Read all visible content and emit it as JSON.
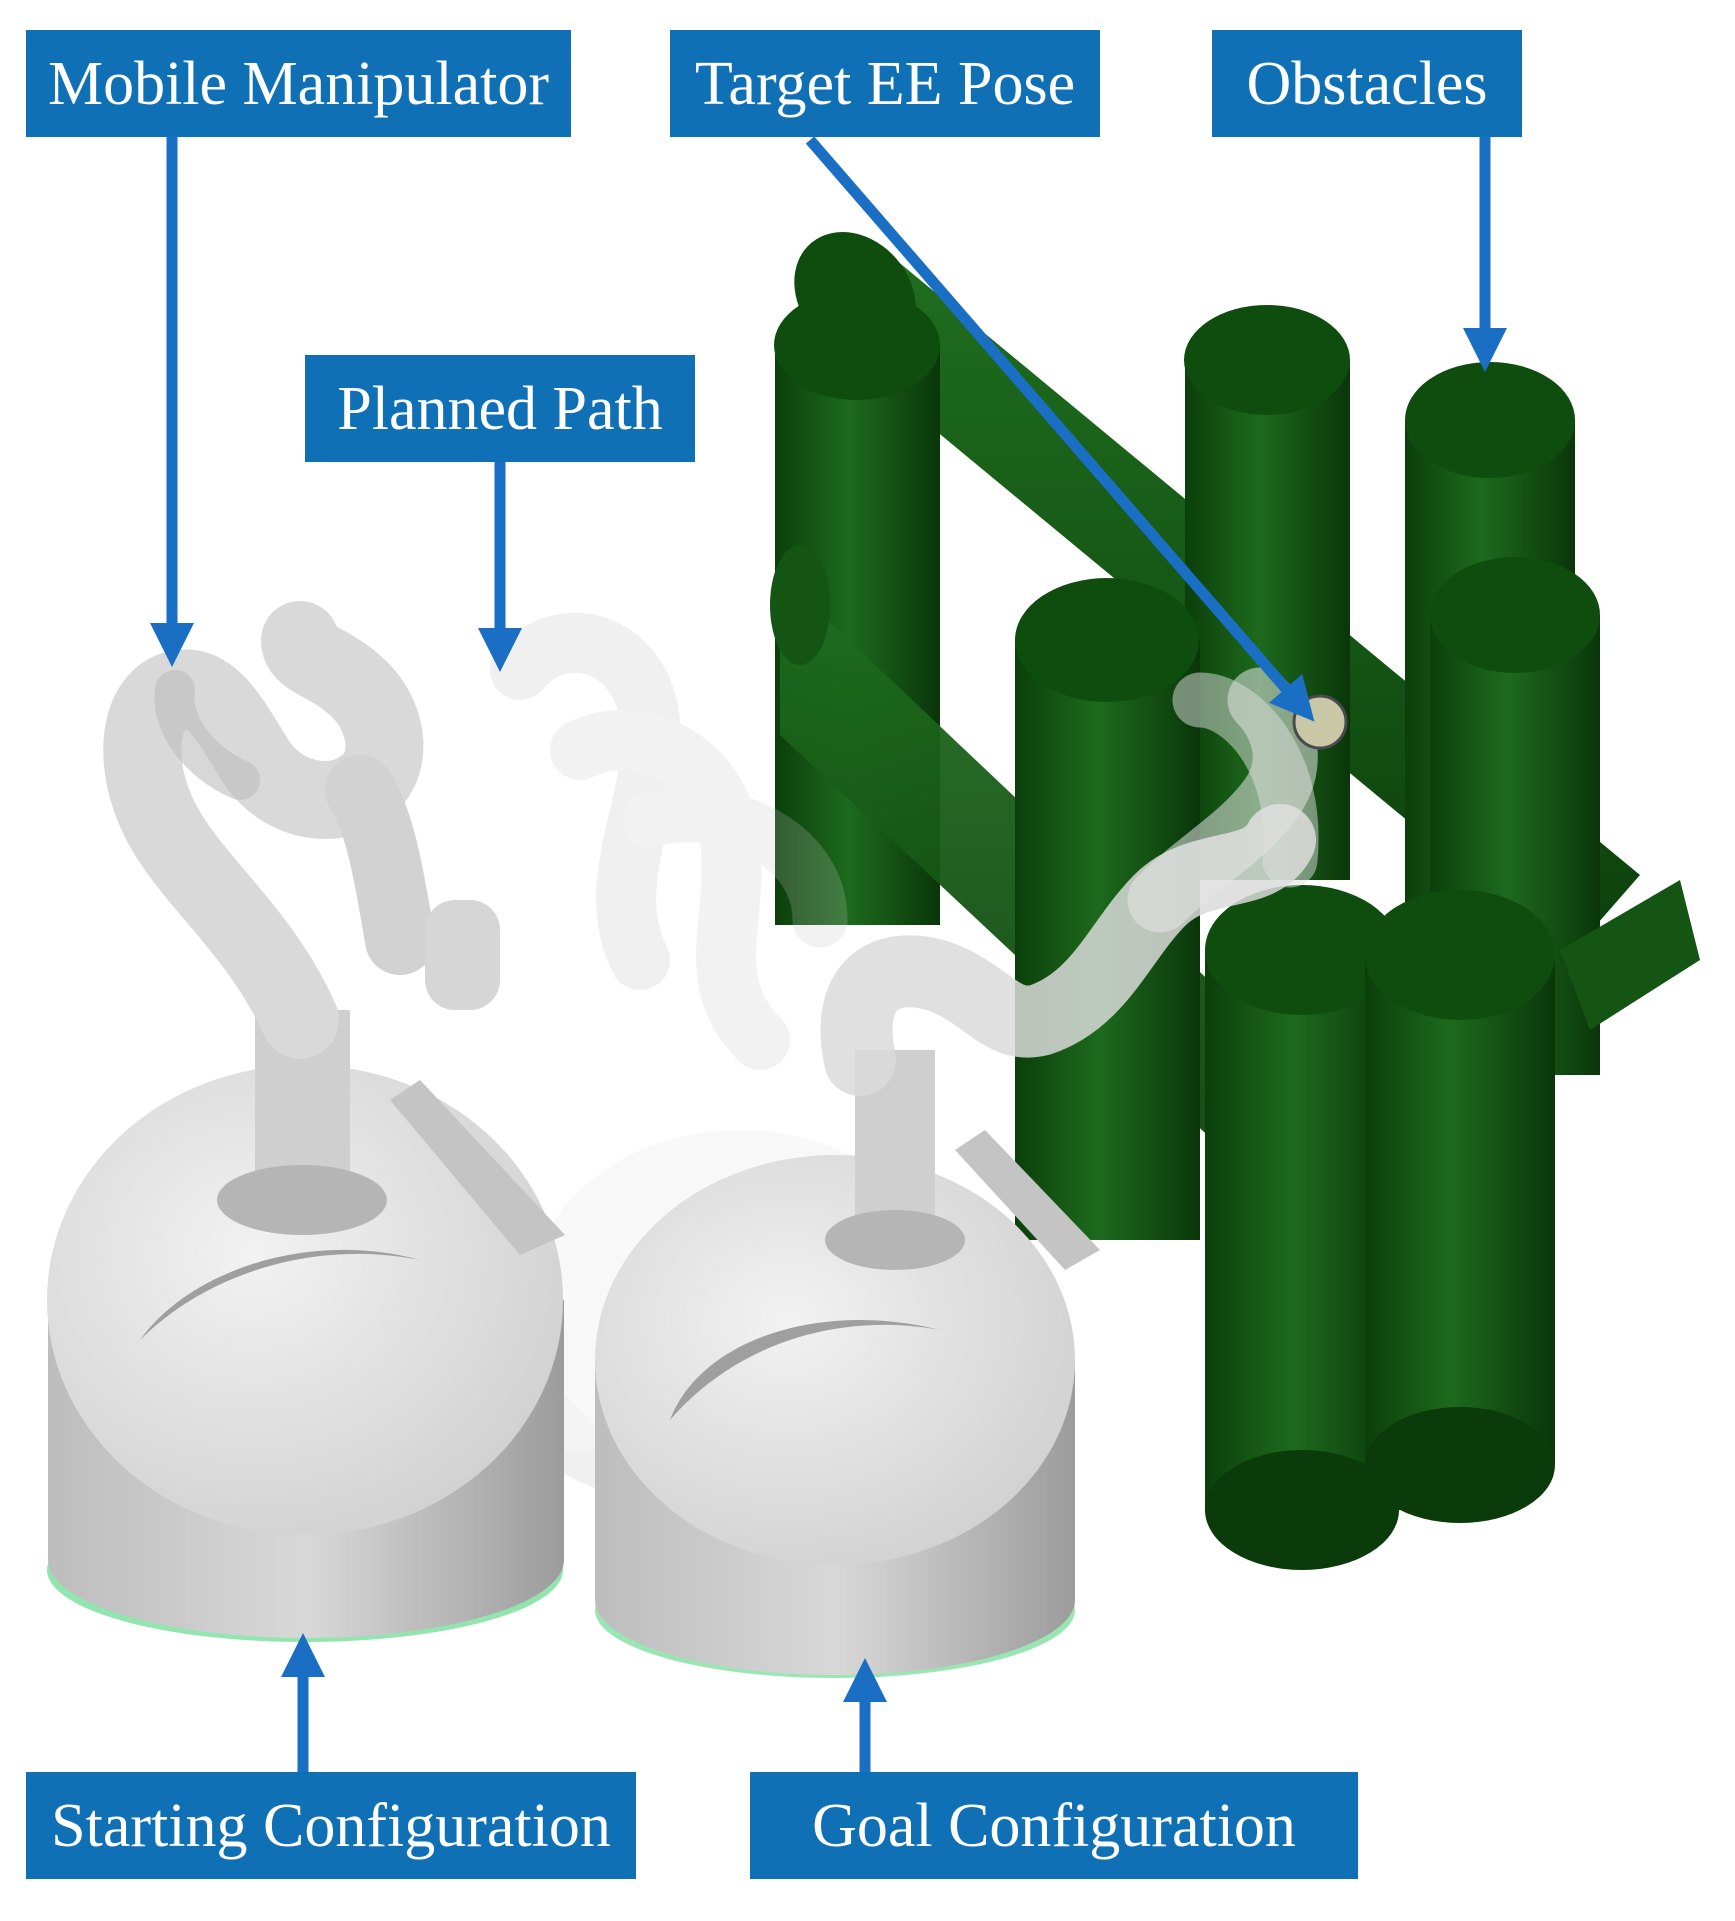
{
  "labels": {
    "mobile_manipulator": "Mobile Manipulator",
    "target_ee_pose": "Target EE Pose",
    "obstacles": "Obstacles",
    "planned_path": "Planned Path",
    "starting_configuration": "Starting Configuration",
    "goal_configuration": "Goal Configuration"
  },
  "colors": {
    "label_background": "#0f70b6",
    "label_text": "#ffffff",
    "arrow": "#1a6fc4",
    "obstacle_dark": "#0a3d0a",
    "obstacle_mid": "#1a5c1a",
    "obstacle_top": "#0f4d0f",
    "robot_light": "#e6e6e6",
    "robot_shadow": "#9a9a9a",
    "base_ring": "#7fe0a0",
    "target_marker": "#c9c9a8"
  }
}
